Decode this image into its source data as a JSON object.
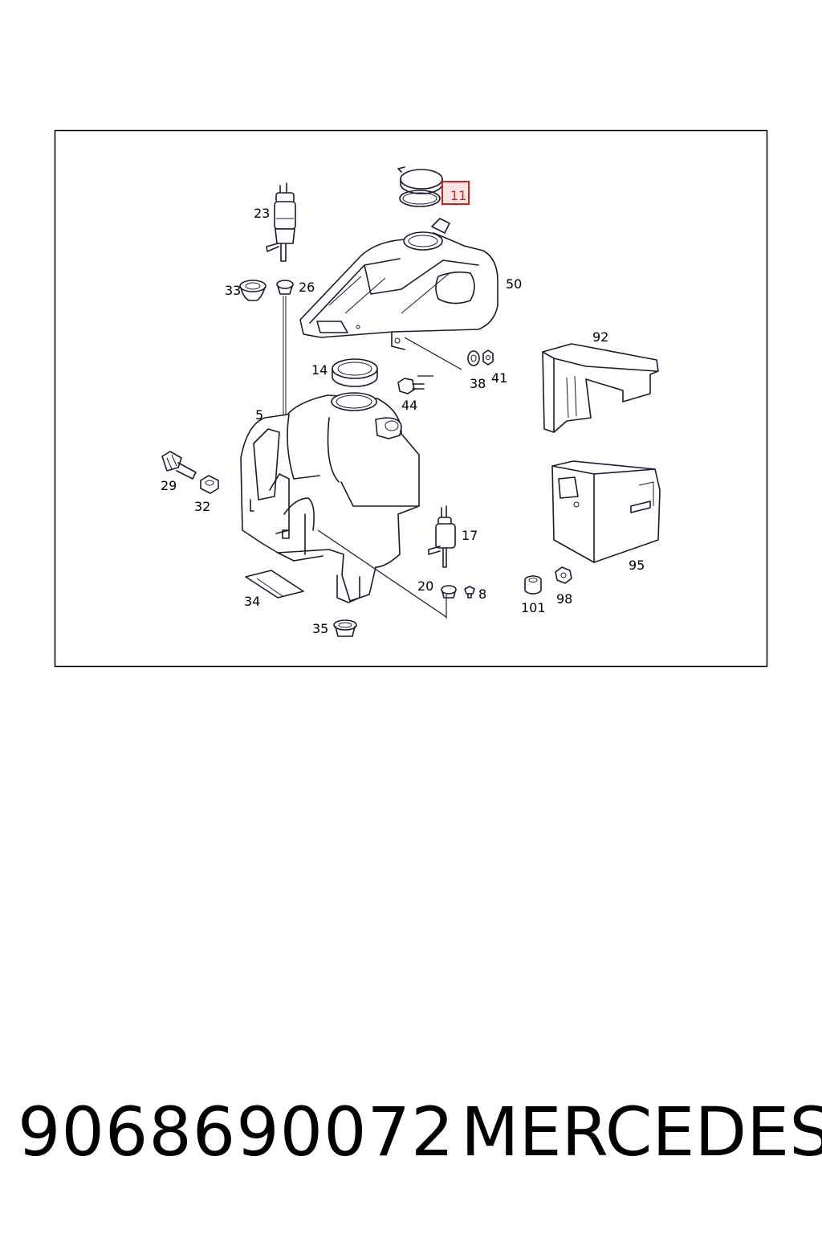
{
  "diagram": {
    "highlighted_part": "11",
    "highlight_color": "#d02020",
    "labels": {
      "p23": "23",
      "p11": "11",
      "p33": "33",
      "p26": "26",
      "p50": "50",
      "p92": "92",
      "p14": "14",
      "p38": "38",
      "p41": "41",
      "p44": "44",
      "p5": "5",
      "p29": "29",
      "p32": "32",
      "p17": "17",
      "p95": "95",
      "p20": "20",
      "p8": "8",
      "p101": "101",
      "p98": "98",
      "p34": "34",
      "p35": "35"
    }
  },
  "footer": {
    "part_number": "9068690072",
    "brand": "MERCEDES"
  }
}
